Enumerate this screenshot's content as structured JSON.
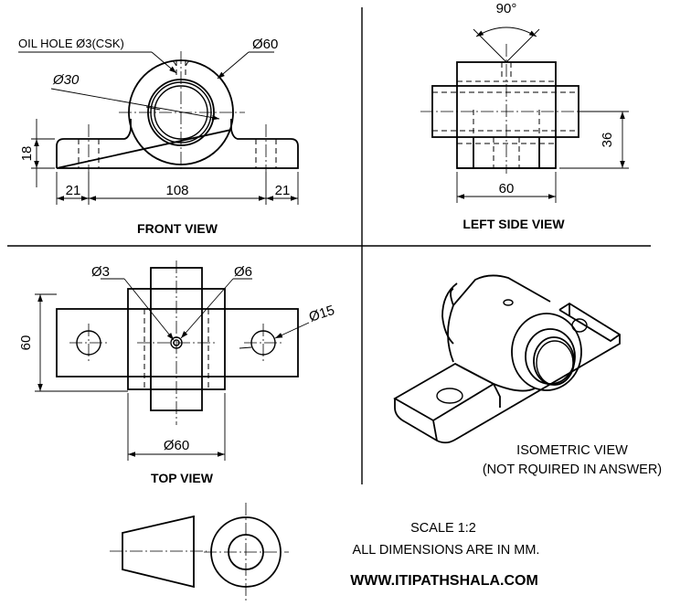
{
  "front_view": {
    "title": "FRONT VIEW",
    "oil_hole_label": "OIL HOLE Ø3(CSK)",
    "dia_outer": "Ø60",
    "dia_inner": "Ø30",
    "dim_height": "18",
    "dim_left": "21",
    "dim_mid": "108",
    "dim_right": "21"
  },
  "side_view": {
    "title": "LEFT SIDE VIEW",
    "angle": "90°",
    "dim_height": "36",
    "dim_width": "60"
  },
  "top_view": {
    "title": "TOP VIEW",
    "dia_small": "Ø3",
    "dia_mid": "Ø6",
    "dia_hole": "Ø15",
    "dim_height": "60",
    "dim_width": "Ø60"
  },
  "isometric": {
    "line1": "ISOMETRIC VIEW",
    "line2": "(NOT RQUIRED IN ANSWER)"
  },
  "notes": {
    "scale": "SCALE 1:2",
    "units": "ALL DIMENSIONS ARE IN MM.",
    "website": "WWW.ITIPATHSHALA.COM"
  }
}
